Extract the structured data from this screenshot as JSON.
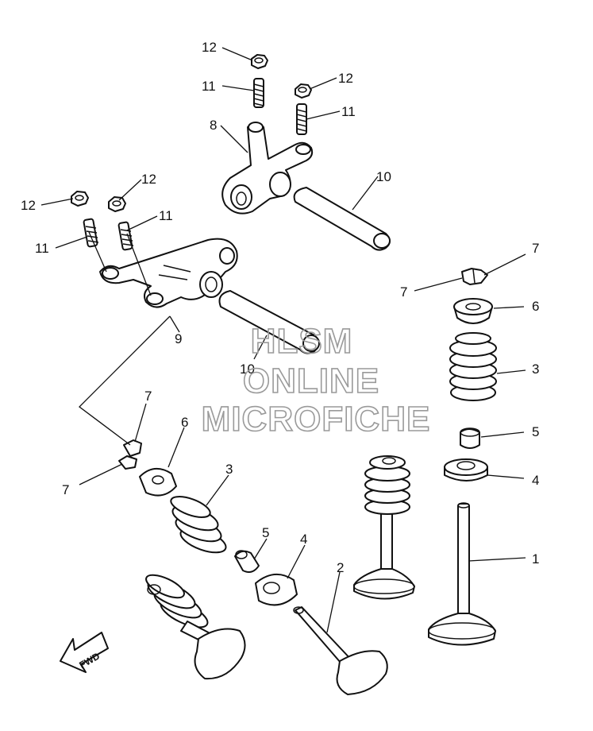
{
  "callouts": {
    "c1": "1",
    "c2": "2",
    "c3a": "3",
    "c3b": "3",
    "c4a": "4",
    "c4b": "4",
    "c5a": "5",
    "c5b": "5",
    "c6a": "6",
    "c6b": "6",
    "c7a": "7",
    "c7b": "7",
    "c7c": "7",
    "c7d": "7",
    "c8": "8",
    "c9": "9",
    "c10a": "10",
    "c10b": "10",
    "c11a": "11",
    "c11b": "11",
    "c11c": "11",
    "c11d": "11",
    "c12a": "12",
    "c12b": "12",
    "c12c": "12",
    "c12d": "12"
  },
  "watermark": {
    "line1": "HLSM",
    "line2": "ONLINE",
    "line3": "MICROFICHE"
  },
  "direction_label": "FWD",
  "colors": {
    "line": "#111111",
    "background": "#ffffff",
    "watermark": "#9a9a9a"
  }
}
